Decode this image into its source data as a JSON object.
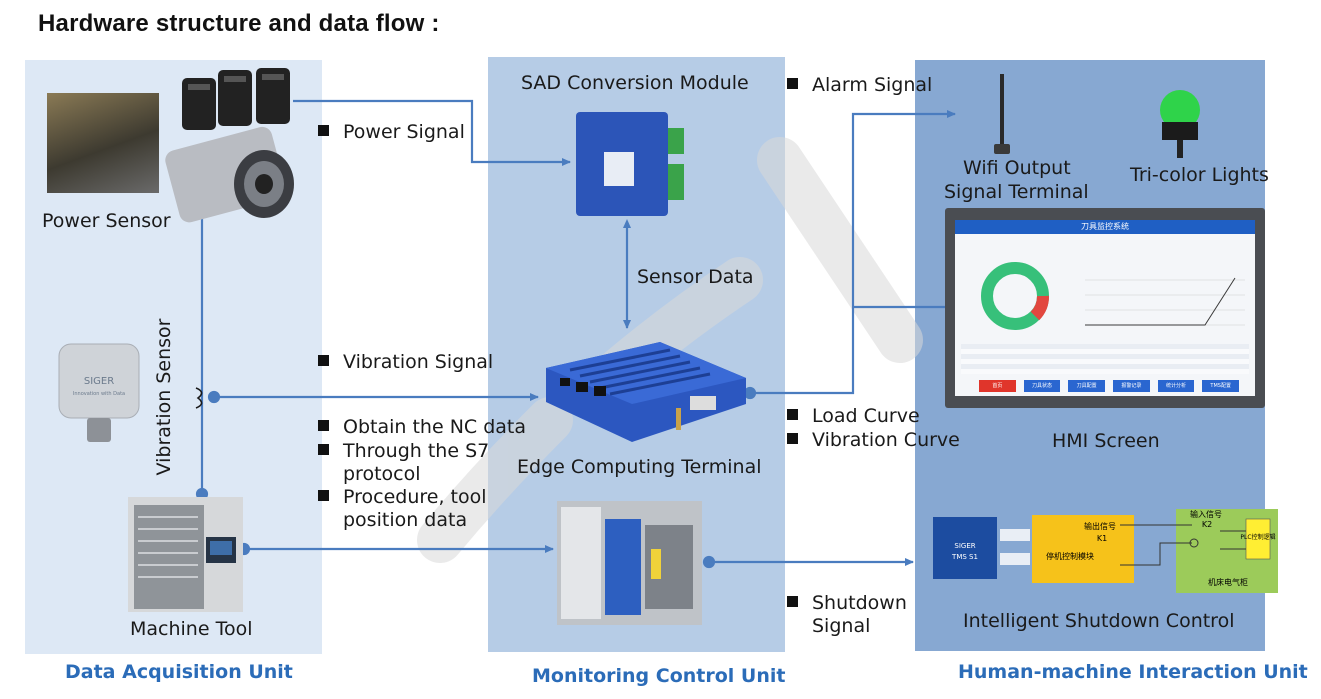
{
  "title": "Hardware structure and data flow :",
  "units": {
    "left": "Data Acquisition Unit",
    "middle": "Monitoring Control Unit",
    "right": "Human-machine Interaction Unit"
  },
  "devices": {
    "power_sensor": "Power Sensor",
    "vibration_sensor": "Vibration Sensor",
    "machine_tool": "Machine Tool",
    "sad_module": "SAD Conversion Module",
    "edge_terminal": "Edge Computing Terminal",
    "wifi_terminal_line1": "Wifi Output",
    "wifi_terminal_line2": "Signal Terminal",
    "tri_color": "Tri-color Lights",
    "hmi_screen": "HMI Screen",
    "shutdown_control": "Intelligent Shutdown Control"
  },
  "signals": {
    "power_signal": "Power Signal",
    "sensor_data": "Sensor Data",
    "vibration_signal": "Vibration Signal",
    "nc_data": "Obtain the NC data",
    "s7_line1": "Through the S7",
    "s7_line2": "protocol",
    "procedure_line1": "Procedure, tool",
    "procedure_line2": "position data",
    "alarm_signal": "Alarm Signal",
    "load_curve": "Load Curve",
    "vibration_curve": "Vibration Curve",
    "shutdown_line1": "Shutdown",
    "shutdown_line2": "Signal"
  },
  "device_marks": {
    "siger": "SIGER",
    "siger_sub": "Innovation with Data",
    "tms": "SIGER",
    "tms2": "TMS S1"
  },
  "hmi": {
    "header": "刀具监控系统",
    "buttons": [
      "首页",
      "刀具状态",
      "刀具配置",
      "报警记录",
      "统计分析",
      "TMS配置"
    ]
  },
  "shutdown_diagram": {
    "out_signal": "输出信号",
    "k1": "K1",
    "module": "停机控制模块",
    "in_signal": "输入信号",
    "k2": "K2",
    "plc": "PLC控制逻辑",
    "cabinet": "机床电气柜"
  },
  "colors": {
    "left_panel": "#dde8f5",
    "middle_panel": "#b6cce6",
    "right_panel": "#87a8d2",
    "arrow": "#4a7cbf",
    "unit_text": "#2b6cb8"
  }
}
